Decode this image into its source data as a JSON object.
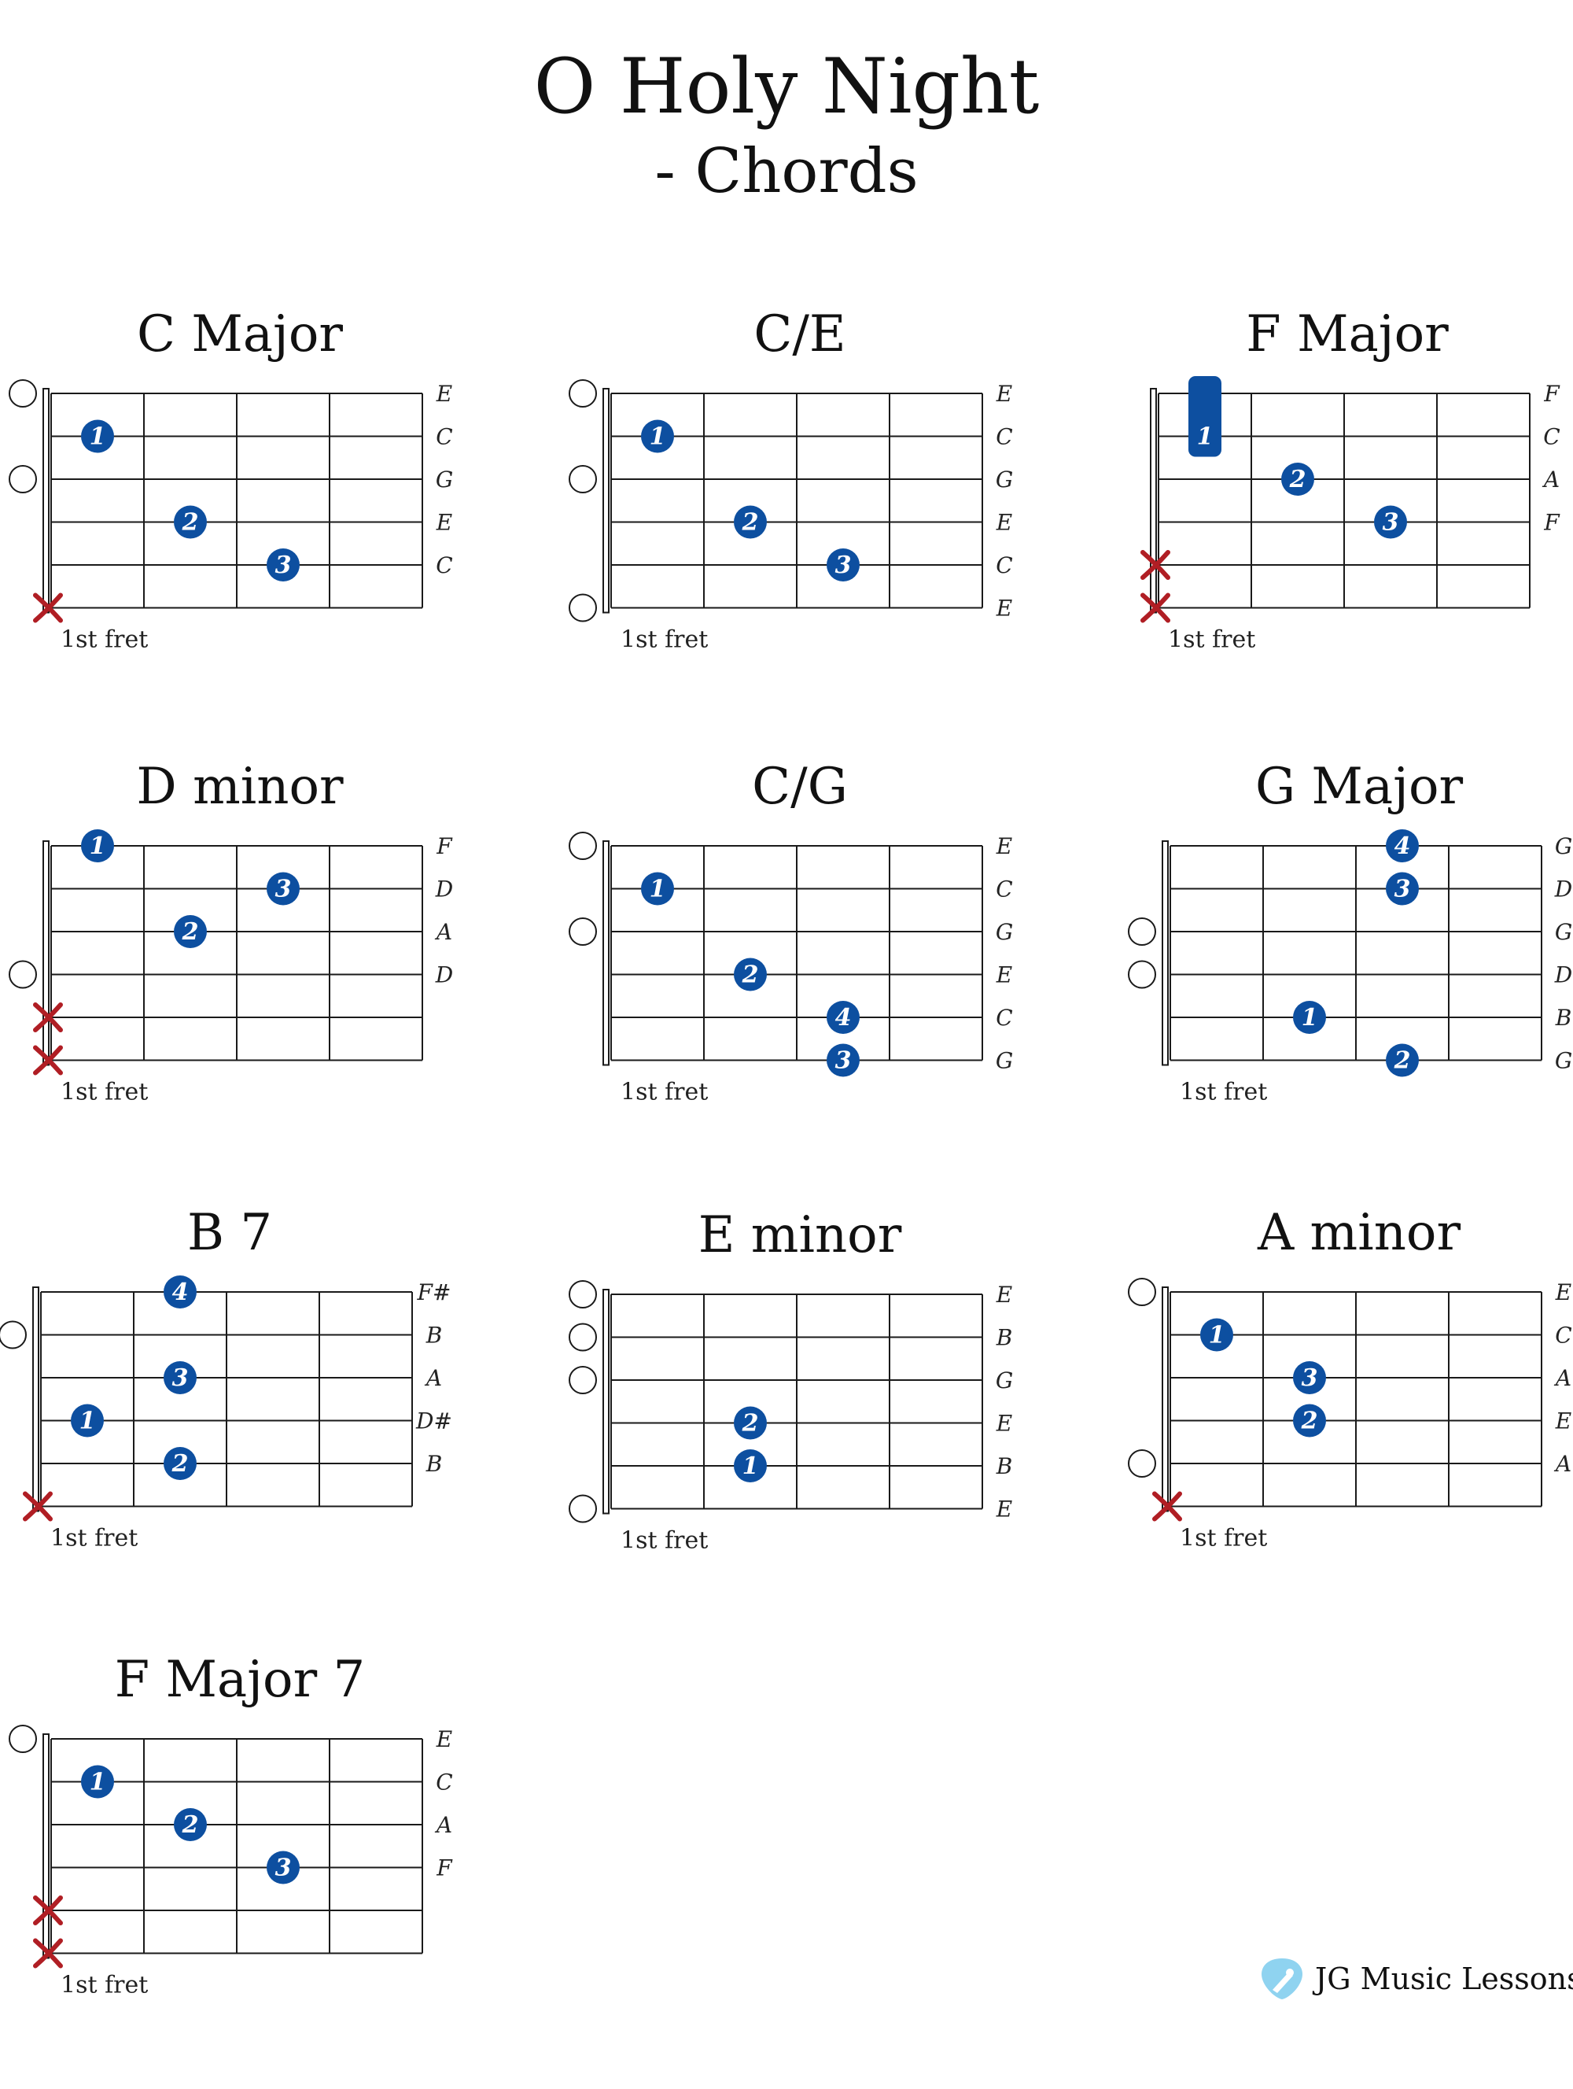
{
  "header": {
    "title": "O Holy Night",
    "subtitle": "- Chords"
  },
  "colors": {
    "finger": "#0d4fa0",
    "mute": "#b01e24",
    "line": "#1a1a1a",
    "open": "#1a1a1a"
  },
  "chords": [
    {
      "name": "C Major",
      "labels": [
        "E",
        "C",
        "G",
        "E",
        "C",
        ""
      ],
      "open": [
        0,
        2
      ],
      "mute": [
        5
      ],
      "fingers": [
        {
          "s": 1,
          "f": 1,
          "n": "1"
        },
        {
          "s": 3,
          "f": 2,
          "n": "2"
        },
        {
          "s": 4,
          "f": 3,
          "n": "3"
        }
      ],
      "fret_label": "1st fret"
    },
    {
      "name": "C/E",
      "labels": [
        "E",
        "C",
        "G",
        "E",
        "C",
        "E"
      ],
      "open": [
        0,
        2,
        5
      ],
      "mute": [],
      "fingers": [
        {
          "s": 1,
          "f": 1,
          "n": "1"
        },
        {
          "s": 3,
          "f": 2,
          "n": "2"
        },
        {
          "s": 4,
          "f": 3,
          "n": "3"
        }
      ],
      "fret_label": "1st fret"
    },
    {
      "name": "F Major",
      "labels": [
        "F",
        "C",
        "A",
        "F",
        "",
        ""
      ],
      "open": [],
      "mute": [
        4,
        5
      ],
      "barre": {
        "s1": 0,
        "s2": 1,
        "f": 1,
        "n": "1"
      },
      "fingers": [
        {
          "s": 2,
          "f": 2,
          "n": "2"
        },
        {
          "s": 3,
          "f": 3,
          "n": "3"
        }
      ],
      "fret_label": "1st fret"
    },
    {
      "name": "D minor",
      "labels": [
        "F",
        "D",
        "A",
        "D",
        "",
        ""
      ],
      "open": [
        3
      ],
      "mute": [
        4,
        5
      ],
      "fingers": [
        {
          "s": 0,
          "f": 1,
          "n": "1"
        },
        {
          "s": 1,
          "f": 3,
          "n": "3"
        },
        {
          "s": 2,
          "f": 2,
          "n": "2"
        }
      ],
      "fret_label": "1st fret"
    },
    {
      "name": "C/G",
      "labels": [
        "E",
        "C",
        "G",
        "E",
        "C",
        "G"
      ],
      "open": [
        0,
        2
      ],
      "mute": [],
      "fingers": [
        {
          "s": 1,
          "f": 1,
          "n": "1"
        },
        {
          "s": 3,
          "f": 2,
          "n": "2"
        },
        {
          "s": 4,
          "f": 3,
          "n": "4"
        },
        {
          "s": 5,
          "f": 3,
          "n": "3"
        }
      ],
      "fret_label": "1st fret"
    },
    {
      "name": "G Major",
      "labels": [
        "G",
        "D",
        "G",
        "D",
        "B",
        "G"
      ],
      "open": [
        2,
        3
      ],
      "mute": [],
      "fingers": [
        {
          "s": 0,
          "f": 3,
          "n": "4"
        },
        {
          "s": 1,
          "f": 3,
          "n": "3"
        },
        {
          "s": 4,
          "f": 2,
          "n": "1"
        },
        {
          "s": 5,
          "f": 3,
          "n": "2"
        }
      ],
      "fret_label": "1st fret"
    },
    {
      "name": "B 7",
      "labels": [
        "F#",
        "B",
        "A",
        "D#",
        "B",
        ""
      ],
      "open": [
        1
      ],
      "mute": [
        5
      ],
      "fingers": [
        {
          "s": 0,
          "f": 2,
          "n": "4"
        },
        {
          "s": 2,
          "f": 2,
          "n": "3"
        },
        {
          "s": 3,
          "f": 1,
          "n": "1"
        },
        {
          "s": 4,
          "f": 2,
          "n": "2"
        }
      ],
      "fret_label": "1st fret"
    },
    {
      "name": "E minor",
      "labels": [
        "E",
        "B",
        "G",
        "E",
        "B",
        "E"
      ],
      "open": [
        0,
        1,
        2,
        5
      ],
      "mute": [],
      "fingers": [
        {
          "s": 3,
          "f": 2,
          "n": "2"
        },
        {
          "s": 4,
          "f": 2,
          "n": "1"
        }
      ],
      "fret_label": "1st fret"
    },
    {
      "name": "A minor",
      "labels": [
        "E",
        "C",
        "A",
        "E",
        "A",
        ""
      ],
      "open": [
        0,
        4
      ],
      "mute": [
        5
      ],
      "fingers": [
        {
          "s": 1,
          "f": 1,
          "n": "1"
        },
        {
          "s": 2,
          "f": 2,
          "n": "3"
        },
        {
          "s": 3,
          "f": 2,
          "n": "2"
        }
      ],
      "fret_label": "1st fret"
    },
    {
      "name": "F Major 7",
      "labels": [
        "E",
        "C",
        "A",
        "F",
        "",
        ""
      ],
      "open": [
        0
      ],
      "mute": [
        4,
        5
      ],
      "fingers": [
        {
          "s": 1,
          "f": 1,
          "n": "1"
        },
        {
          "s": 2,
          "f": 2,
          "n": "2"
        },
        {
          "s": 3,
          "f": 3,
          "n": "3"
        }
      ],
      "fret_label": "1st fret"
    }
  ],
  "brand": {
    "name": "JG Music Lessons",
    "logo_icon": "guitar-pick-icon"
  }
}
